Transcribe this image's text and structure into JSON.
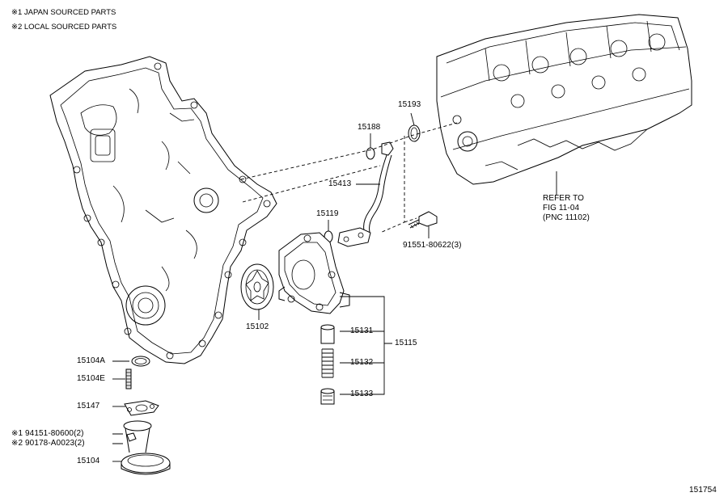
{
  "legend": {
    "japan": "※1 JAPAN SOURCED PARTS",
    "local": "※2 LOCAL SOURCED PARTS"
  },
  "labels": {
    "p15193": "15193",
    "p15188": "15188",
    "p15413": "15413",
    "p15119": "15119",
    "p91551": "91551-80622(3)",
    "refer1": "REFER TO",
    "refer2": "FIG 11-04",
    "refer3": "(PNC 11102)",
    "p15102": "15102",
    "p15131": "15131",
    "p15132": "15132",
    "p15133": "15133",
    "p15115": "15115",
    "p15104A": "15104A",
    "p15104E": "15104E",
    "p15147": "15147",
    "p94151": "※1 94151-80600(2)",
    "p90178": "※2 90178-A0023(2)",
    "p15104": "15104",
    "figno": "151754"
  },
  "icons": {
    "timing_cover": "timing-chain-cover-drawing",
    "cylinder_head": "cylinder-head-drawing",
    "oil_pump": "oil-pump-drawing",
    "oil_pipe": "oil-pipe-drawing",
    "strainer": "oil-strainer-drawing"
  }
}
